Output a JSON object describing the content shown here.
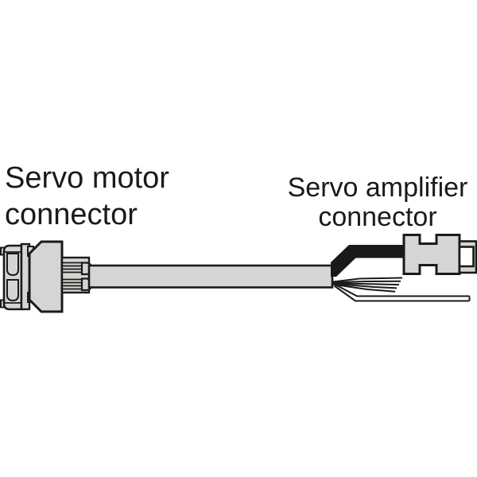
{
  "page": {
    "background": "#ffffff"
  },
  "labels": {
    "servo_motor_connector": "Servo motor\nconnector",
    "servo_amplifier_connector": "Servo amplifier\nconnector"
  },
  "diagram": {
    "type": "cable-assembly-illustration",
    "parts": {
      "left": "servo-motor-connector",
      "middle": "cable",
      "right": "servo-amplifier-connector",
      "discrete_wires": {
        "short_count": 5,
        "long_count": 1
      }
    },
    "colors": {
      "background": "#ffffff",
      "part_fill": "#d4d6d3",
      "outline": "#1c1a19",
      "wire": "#1c1a19",
      "window_fill": "#ffffff",
      "text": "#1a1a1a"
    }
  }
}
